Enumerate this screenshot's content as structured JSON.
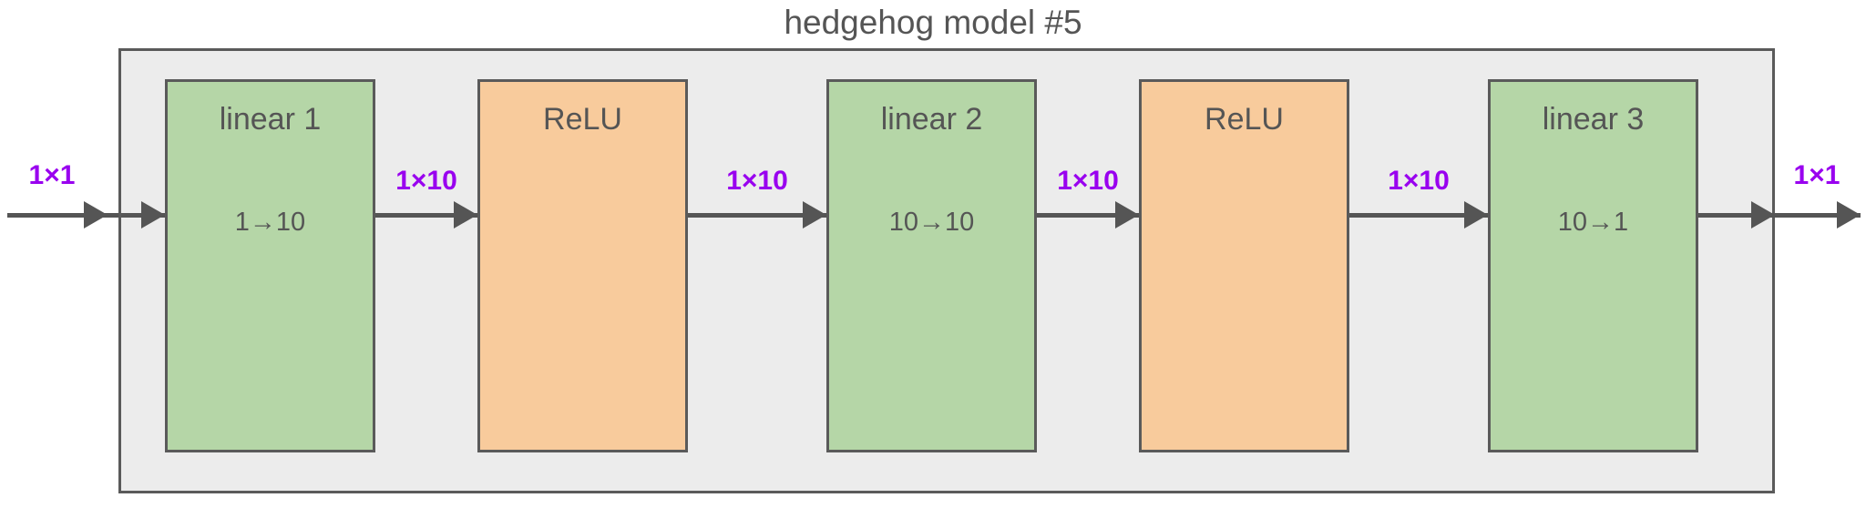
{
  "diagram": {
    "title": "hedgehog model #5",
    "type": "neural-network-architecture",
    "colors": {
      "linear_block": "#b5d6a7",
      "activation_block": "#f8cb9c",
      "container_background": "#ececec",
      "stroke": "#5a5a5a",
      "text": "#555555",
      "tensor_label": "#9900ef"
    },
    "input_label": "1×1",
    "output_label": "1×1",
    "blocks": [
      {
        "name": "linear 1",
        "shape": "1→10",
        "kind": "linear"
      },
      {
        "name": "ReLU",
        "shape": "",
        "kind": "activation"
      },
      {
        "name": "linear 2",
        "shape": "10→10",
        "kind": "linear"
      },
      {
        "name": "ReLU",
        "shape": "",
        "kind": "activation"
      },
      {
        "name": "linear 3",
        "shape": "10→1",
        "kind": "linear"
      }
    ],
    "edge_labels": [
      "1×10",
      "1×10",
      "1×10",
      "1×10"
    ]
  }
}
